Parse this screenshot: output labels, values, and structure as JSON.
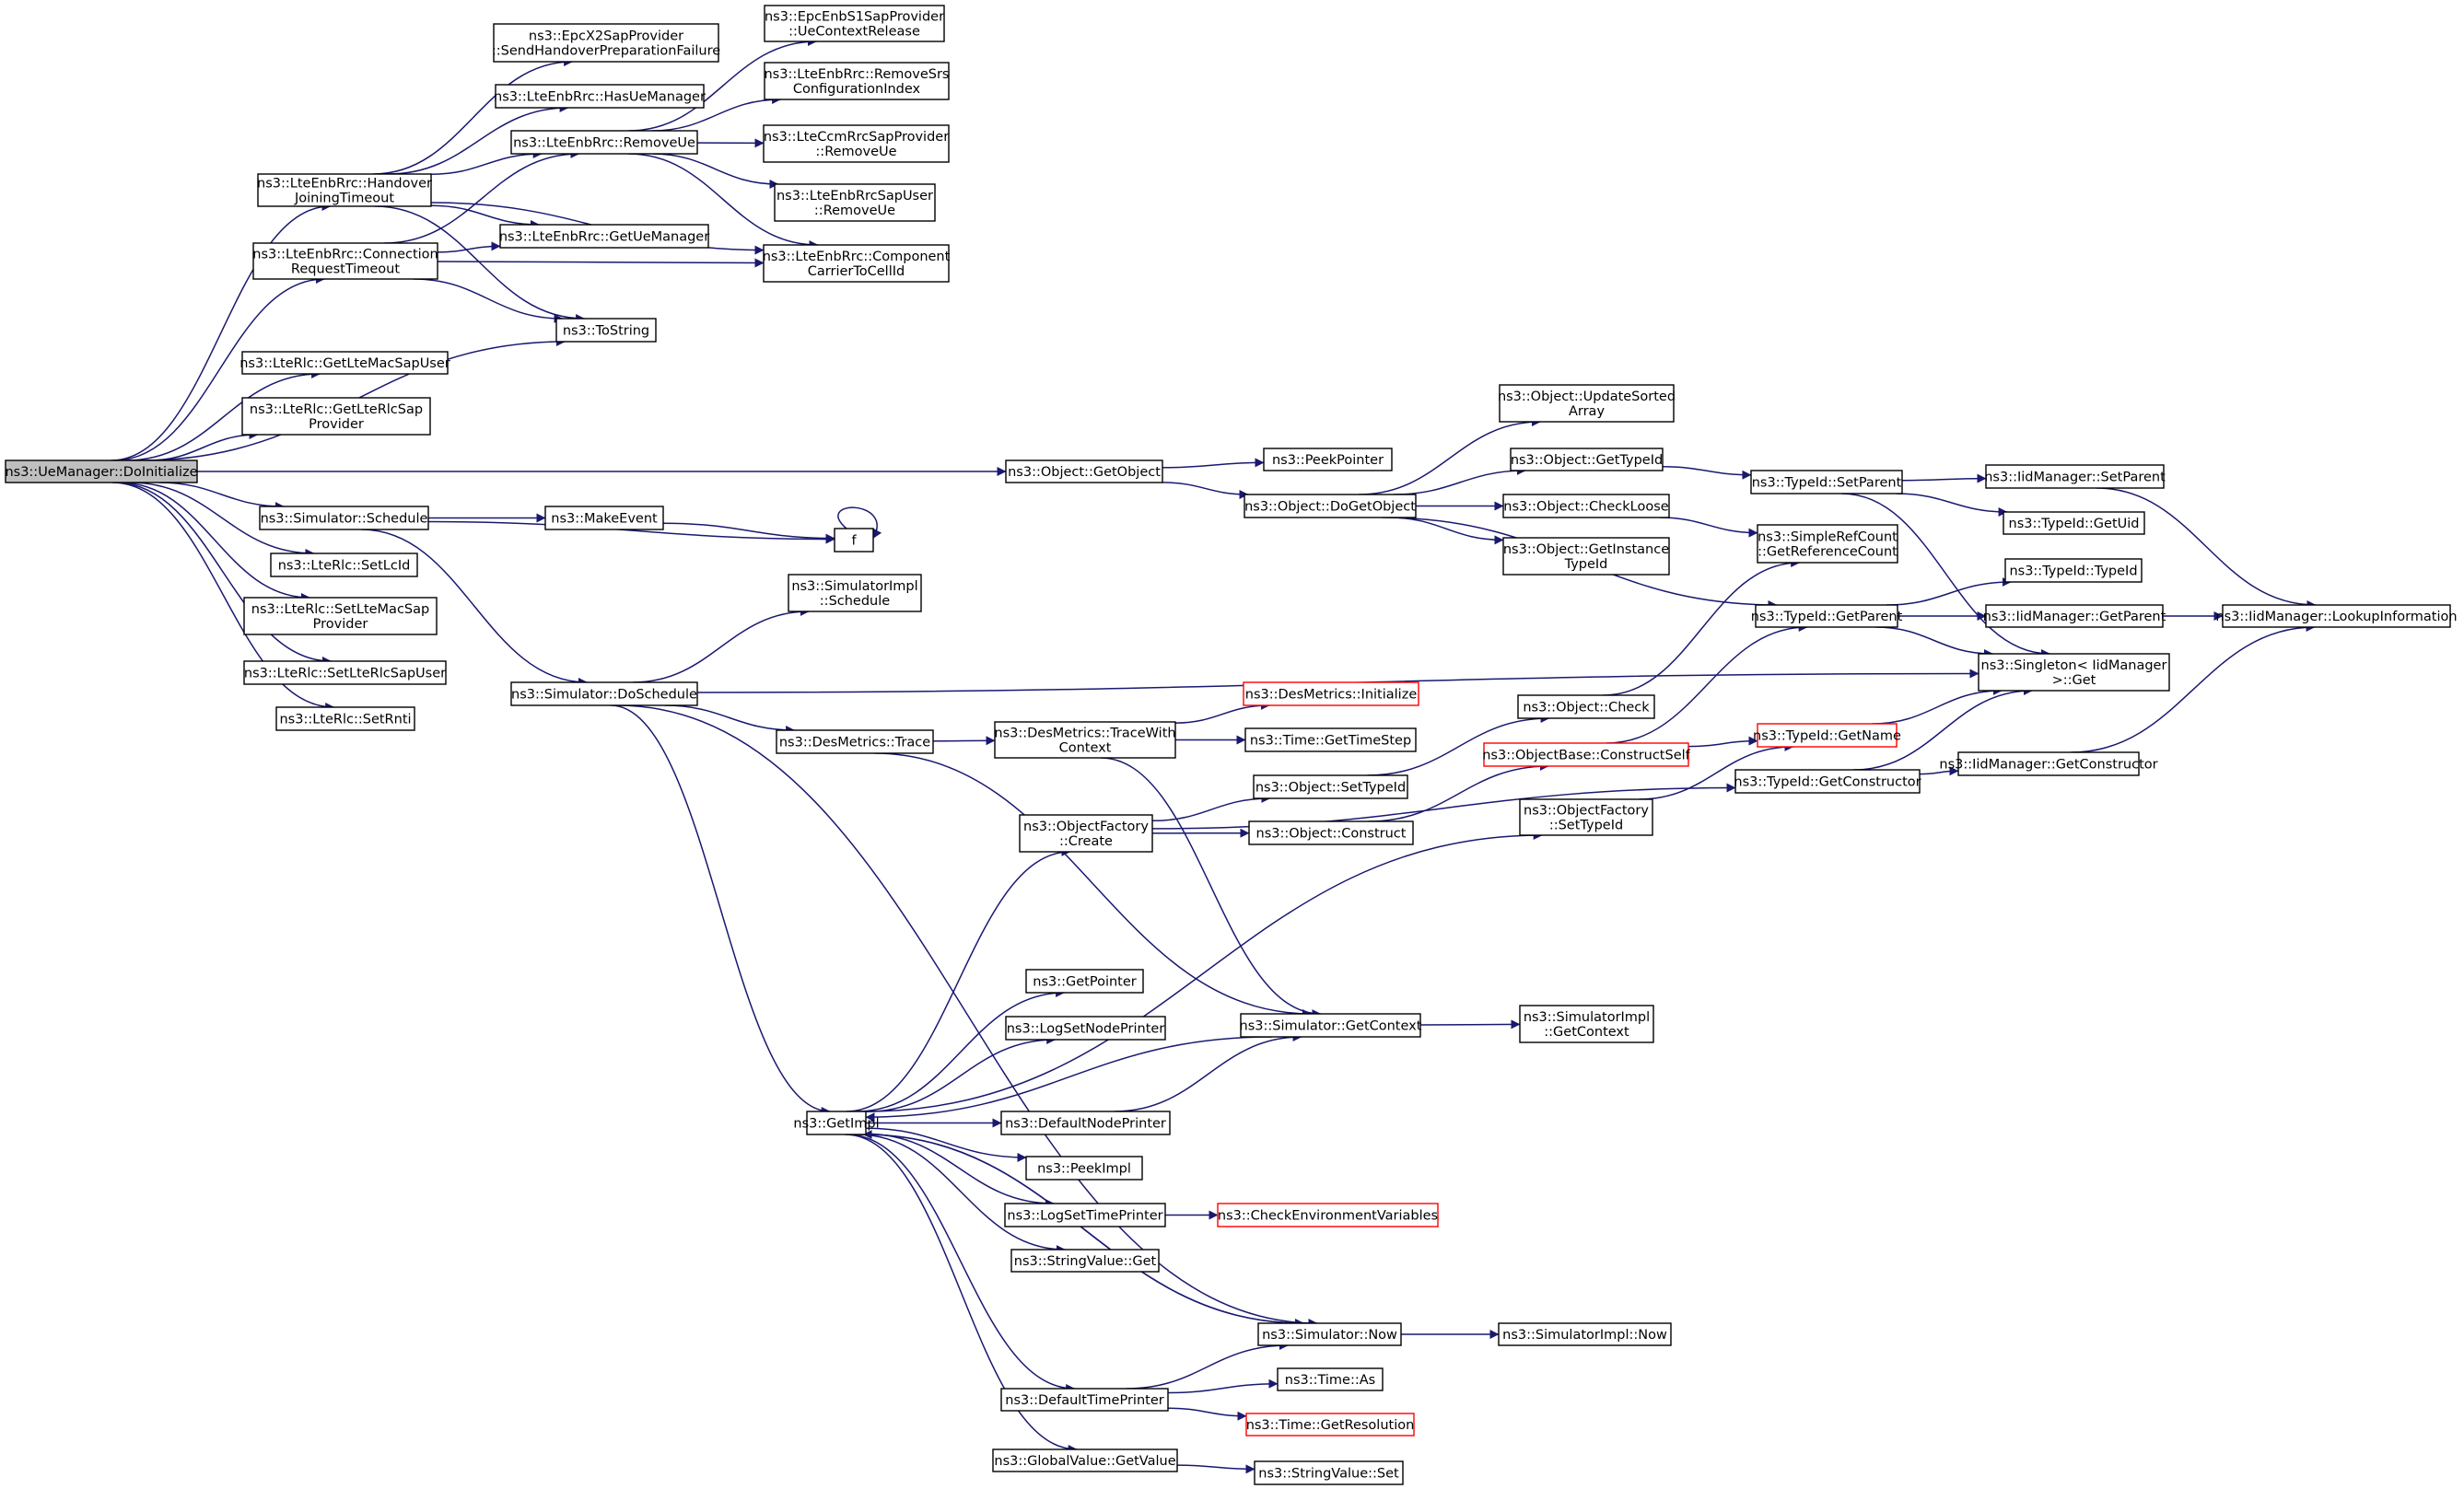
{
  "diagram": {
    "type": "call-graph",
    "edge_color": "#191970",
    "root_fill": "#bfbfbf",
    "truncated_border_color": "#ff0000",
    "nodes": [
      {
        "id": "root",
        "lines": [
          "ns3::UeManager::DoInitialize"
        ],
        "root": true
      },
      {
        "id": "hjt",
        "lines": [
          "ns3::LteEnbRrc::Handover",
          "JoiningTimeout"
        ]
      },
      {
        "id": "crt",
        "lines": [
          "ns3::LteEnbRrc::Connection",
          "RequestTimeout"
        ]
      },
      {
        "id": "tostring",
        "lines": [
          "ns3::ToString"
        ]
      },
      {
        "id": "getltemac",
        "lines": [
          "ns3::LteRlc::GetLteMacSapUser"
        ]
      },
      {
        "id": "getlterlc",
        "lines": [
          "ns3::LteRlc::GetLteRlcSap",
          "Provider"
        ]
      },
      {
        "id": "schedule",
        "lines": [
          "ns3::Simulator::Schedule"
        ]
      },
      {
        "id": "setlcid",
        "lines": [
          "ns3::LteRlc::SetLcId"
        ]
      },
      {
        "id": "setltemac",
        "lines": [
          "ns3::LteRlc::SetLteMacSap",
          "Provider"
        ]
      },
      {
        "id": "setlterlc",
        "lines": [
          "ns3::LteRlc::SetLteRlcSapUser"
        ]
      },
      {
        "id": "setrnti",
        "lines": [
          "ns3::LteRlc::SetRnti"
        ]
      },
      {
        "id": "x2fail",
        "lines": [
          "ns3::EpcX2SapProvider",
          "::SendHandoverPreparationFailure"
        ]
      },
      {
        "id": "hasue",
        "lines": [
          "ns3::LteEnbRrc::HasUeManager"
        ]
      },
      {
        "id": "removeue",
        "lines": [
          "ns3::LteEnbRrc::RemoveUe"
        ]
      },
      {
        "id": "getuemgr",
        "lines": [
          "ns3::LteEnbRrc::GetUeManager"
        ]
      },
      {
        "id": "s1release",
        "lines": [
          "ns3::EpcEnbS1SapProvider",
          "::UeContextRelease"
        ]
      },
      {
        "id": "removesrs",
        "lines": [
          "ns3::LteEnbRrc::RemoveSrs",
          "ConfigurationIndex"
        ]
      },
      {
        "id": "ccmremove",
        "lines": [
          "ns3::LteCcmRrcSapProvider",
          "::RemoveUe"
        ]
      },
      {
        "id": "rrcsapremove",
        "lines": [
          "ns3::LteEnbRrcSapUser",
          "::RemoveUe"
        ]
      },
      {
        "id": "compcarrier",
        "lines": [
          "ns3::LteEnbRrc::Component",
          "CarrierToCellId"
        ]
      },
      {
        "id": "makeevent",
        "lines": [
          "ns3::MakeEvent"
        ]
      },
      {
        "id": "f",
        "lines": [
          "f"
        ]
      },
      {
        "id": "doschedule",
        "lines": [
          "ns3::Simulator::DoSchedule"
        ]
      },
      {
        "id": "implschedule",
        "lines": [
          "ns3::SimulatorImpl",
          "::Schedule"
        ]
      },
      {
        "id": "getobject",
        "lines": [
          "ns3::Object::GetObject"
        ]
      },
      {
        "id": "peekpointer",
        "lines": [
          "ns3::PeekPointer"
        ]
      },
      {
        "id": "dogetobject",
        "lines": [
          "ns3::Object::DoGetObject"
        ]
      },
      {
        "id": "updatesorted",
        "lines": [
          "ns3::Object::UpdateSorted",
          "Array"
        ]
      },
      {
        "id": "objgettypeid",
        "lines": [
          "ns3::Object::GetTypeId"
        ]
      },
      {
        "id": "checkloose",
        "lines": [
          "ns3::Object::CheckLoose"
        ]
      },
      {
        "id": "getinstance",
        "lines": [
          "ns3::Object::GetInstance",
          "TypeId"
        ]
      },
      {
        "id": "setparent",
        "lines": [
          "ns3::TypeId::SetParent"
        ]
      },
      {
        "id": "iidsetparent",
        "lines": [
          "ns3::IidManager::SetParent"
        ]
      },
      {
        "id": "getuid",
        "lines": [
          "ns3::TypeId::GetUid"
        ]
      },
      {
        "id": "getrefcount",
        "lines": [
          "ns3::SimpleRefCount",
          "::GetReferenceCount"
        ]
      },
      {
        "id": "typeidtypeid",
        "lines": [
          "ns3::TypeId::TypeId"
        ]
      },
      {
        "id": "getparent",
        "lines": [
          "ns3::TypeId::GetParent"
        ]
      },
      {
        "id": "iidgetparent",
        "lines": [
          "ns3::IidManager::GetParent"
        ]
      },
      {
        "id": "lookup",
        "lines": [
          "ns3::IidManager::LookupInformation"
        ]
      },
      {
        "id": "singleton",
        "lines": [
          "ns3::Singleton< IidManager",
          " >::Get"
        ]
      },
      {
        "id": "desinit",
        "lines": [
          "ns3::DesMetrics::Initialize"
        ],
        "truncated": true
      },
      {
        "id": "destrace",
        "lines": [
          "ns3::DesMetrics::Trace"
        ]
      },
      {
        "id": "tracewith",
        "lines": [
          "ns3::DesMetrics::TraceWith",
          "Context"
        ]
      },
      {
        "id": "gettimestep",
        "lines": [
          "ns3::Time::GetTimeStep"
        ]
      },
      {
        "id": "objcheck",
        "lines": [
          "ns3::Object::Check"
        ]
      },
      {
        "id": "constructself",
        "lines": [
          "ns3::ObjectBase::ConstructSelf"
        ],
        "truncated": true
      },
      {
        "id": "getname",
        "lines": [
          "ns3::TypeId::GetName"
        ],
        "truncated": true
      },
      {
        "id": "getconstructor",
        "lines": [
          "ns3::TypeId::GetConstructor"
        ]
      },
      {
        "id": "iidgetconstructor",
        "lines": [
          "ns3::IidManager::GetConstructor"
        ]
      },
      {
        "id": "objsettypeid",
        "lines": [
          "ns3::Object::SetTypeId"
        ]
      },
      {
        "id": "factorycreate",
        "lines": [
          "ns3::ObjectFactory",
          "::Create"
        ]
      },
      {
        "id": "construct",
        "lines": [
          "ns3::Object::Construct"
        ]
      },
      {
        "id": "factorysettypeid",
        "lines": [
          "ns3::ObjectFactory",
          "::SetTypeId"
        ]
      },
      {
        "id": "getpointer",
        "lines": [
          "ns3::GetPointer"
        ]
      },
      {
        "id": "logsetnode",
        "lines": [
          "ns3::LogSetNodePrinter"
        ]
      },
      {
        "id": "simgetcontext",
        "lines": [
          "ns3::Simulator::GetContext"
        ]
      },
      {
        "id": "implgetcontext",
        "lines": [
          "ns3::SimulatorImpl",
          "::GetContext"
        ]
      },
      {
        "id": "getimpl",
        "lines": [
          "ns3::GetImpl"
        ]
      },
      {
        "id": "defaultnode",
        "lines": [
          "ns3::DefaultNodePrinter"
        ]
      },
      {
        "id": "peekimpl",
        "lines": [
          "ns3::PeekImpl"
        ]
      },
      {
        "id": "logsettime",
        "lines": [
          "ns3::LogSetTimePrinter"
        ]
      },
      {
        "id": "checkenv",
        "lines": [
          "ns3::CheckEnvironmentVariables"
        ],
        "truncated": true
      },
      {
        "id": "stringget",
        "lines": [
          "ns3::StringValue::Get"
        ]
      },
      {
        "id": "simnow",
        "lines": [
          "ns3::Simulator::Now"
        ]
      },
      {
        "id": "implnow",
        "lines": [
          "ns3::SimulatorImpl::Now"
        ]
      },
      {
        "id": "timeas",
        "lines": [
          "ns3::Time::As"
        ]
      },
      {
        "id": "defaulttime",
        "lines": [
          "ns3::DefaultTimePrinter"
        ]
      },
      {
        "id": "getresolution",
        "lines": [
          "ns3::Time::GetResolution"
        ],
        "truncated": true
      },
      {
        "id": "globalget",
        "lines": [
          "ns3::GlobalValue::GetValue"
        ]
      },
      {
        "id": "stringset",
        "lines": [
          "ns3::StringValue::Set"
        ]
      }
    ],
    "edges": [
      [
        "root",
        "hjt"
      ],
      [
        "root",
        "crt"
      ],
      [
        "root",
        "tostring"
      ],
      [
        "root",
        "getltemac"
      ],
      [
        "root",
        "getlterlc"
      ],
      [
        "root",
        "schedule"
      ],
      [
        "root",
        "setlcid"
      ],
      [
        "root",
        "setltemac"
      ],
      [
        "root",
        "setlterlc"
      ],
      [
        "root",
        "setrnti"
      ],
      [
        "root",
        "getobject"
      ],
      [
        "hjt",
        "x2fail"
      ],
      [
        "hjt",
        "hasue"
      ],
      [
        "hjt",
        "removeue"
      ],
      [
        "hjt",
        "getuemgr"
      ],
      [
        "hjt",
        "tostring"
      ],
      [
        "hjt",
        "compcarrier"
      ],
      [
        "crt",
        "removeue"
      ],
      [
        "crt",
        "getuemgr"
      ],
      [
        "crt",
        "tostring"
      ],
      [
        "crt",
        "compcarrier"
      ],
      [
        "removeue",
        "s1release"
      ],
      [
        "removeue",
        "removesrs"
      ],
      [
        "removeue",
        "ccmremove"
      ],
      [
        "removeue",
        "rrcsapremove"
      ],
      [
        "removeue",
        "compcarrier"
      ],
      [
        "schedule",
        "makeevent"
      ],
      [
        "schedule",
        "f"
      ],
      [
        "schedule",
        "doschedule"
      ],
      [
        "makeevent",
        "f"
      ],
      [
        "f",
        "f"
      ],
      [
        "doschedule",
        "implschedule"
      ],
      [
        "doschedule",
        "singleton"
      ],
      [
        "doschedule",
        "destrace"
      ],
      [
        "doschedule",
        "getimpl"
      ],
      [
        "doschedule",
        "simnow"
      ],
      [
        "getobject",
        "peekpointer"
      ],
      [
        "getobject",
        "dogetobject"
      ],
      [
        "dogetobject",
        "updatesorted"
      ],
      [
        "dogetobject",
        "objgettypeid"
      ],
      [
        "dogetobject",
        "checkloose"
      ],
      [
        "dogetobject",
        "getinstance"
      ],
      [
        "dogetobject",
        "getparent"
      ],
      [
        "objgettypeid",
        "setparent"
      ],
      [
        "setparent",
        "iidsetparent"
      ],
      [
        "setparent",
        "getuid"
      ],
      [
        "setparent",
        "singleton"
      ],
      [
        "iidsetparent",
        "lookup"
      ],
      [
        "checkloose",
        "getrefcount"
      ],
      [
        "getparent",
        "typeidtypeid"
      ],
      [
        "getparent",
        "iidgetparent"
      ],
      [
        "getparent",
        "singleton"
      ],
      [
        "iidgetparent",
        "lookup"
      ],
      [
        "destrace",
        "tracewith"
      ],
      [
        "destrace",
        "simgetcontext"
      ],
      [
        "tracewith",
        "desinit"
      ],
      [
        "tracewith",
        "gettimestep"
      ],
      [
        "tracewith",
        "simgetcontext"
      ],
      [
        "objcheck",
        "getrefcount"
      ],
      [
        "constructself",
        "getparent"
      ],
      [
        "constructself",
        "getname"
      ],
      [
        "getname",
        "singleton"
      ],
      [
        "getconstructor",
        "iidgetconstructor"
      ],
      [
        "getconstructor",
        "singleton"
      ],
      [
        "iidgetconstructor",
        "lookup"
      ],
      [
        "objsettypeid",
        "objcheck"
      ],
      [
        "factorycreate",
        "objsettypeid"
      ],
      [
        "factorycreate",
        "construct"
      ],
      [
        "factorycreate",
        "getconstructor"
      ],
      [
        "construct",
        "constructself"
      ],
      [
        "factorysettypeid",
        "getname"
      ],
      [
        "simgetcontext",
        "implgetcontext"
      ],
      [
        "simgetcontext",
        "getimpl"
      ],
      [
        "getimpl",
        "factorycreate"
      ],
      [
        "getimpl",
        "factorysettypeid"
      ],
      [
        "getimpl",
        "getpointer"
      ],
      [
        "getimpl",
        "logsetnode"
      ],
      [
        "getimpl",
        "defaultnode"
      ],
      [
        "getimpl",
        "peekimpl"
      ],
      [
        "getimpl",
        "logsettime"
      ],
      [
        "getimpl",
        "stringget"
      ],
      [
        "getimpl",
        "simnow"
      ],
      [
        "getimpl",
        "defaulttime"
      ],
      [
        "getimpl",
        "globalget"
      ],
      [
        "defaultnode",
        "simgetcontext"
      ],
      [
        "logsettime",
        "checkenv"
      ],
      [
        "simnow",
        "implnow"
      ],
      [
        "simnow",
        "getimpl"
      ],
      [
        "defaulttime",
        "simnow"
      ],
      [
        "defaulttime",
        "timeas"
      ],
      [
        "defaulttime",
        "getresolution"
      ],
      [
        "globalget",
        "stringset"
      ]
    ]
  }
}
